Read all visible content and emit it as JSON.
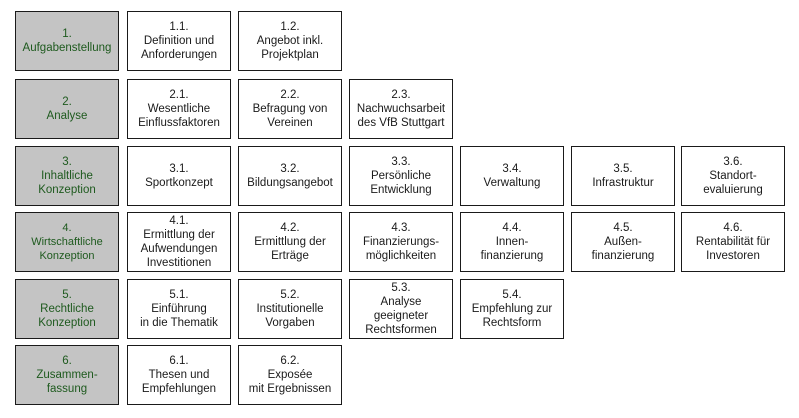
{
  "colors": {
    "phase_fill": "#c4c4c4",
    "phase_text": "#1e5a1e",
    "task_text": "#1a1a1a",
    "border": "#1a1a1a"
  },
  "rows": [
    {
      "phase": "1.\nAufgabenstellung",
      "tasks": [
        "1.1.\nDefinition und\nAnforderungen",
        "1.2.\nAngebot inkl.\nProjektplan"
      ]
    },
    {
      "phase": "2.\nAnalyse",
      "tasks": [
        "2.1.\nWesentliche\nEinflussfaktoren",
        "2.2.\nBefragung von\nVereinen",
        "2.3.\nNachwuchsarbeit\ndes VfB Stuttgart"
      ]
    },
    {
      "phase": "3.\nInhaltliche\nKonzeption",
      "tasks": [
        "3.1.\nSportkonzept",
        "3.2.\nBildungsangebot",
        "3.3.\nPersönliche\nEntwicklung",
        "3.4.\nVerwaltung",
        "3.5.\nInfrastruktur",
        "3.6.\nStandort-\nevaluierung"
      ]
    },
    {
      "phase": "4.\nWirtschaftliche\nKonzeption",
      "tasks": [
        "4.1.\nErmittlung der\nAufwendungen\nInvestitionen",
        "4.2.\nErmittlung der\nErträge",
        "4.3.\nFinanzierungs-\nmöglichkeiten",
        "4.4.\nInnen-\nfinanzierung",
        "4.5.\nAußen-\nfinanzierung",
        "4.6.\nRentabilität für\nInvestoren"
      ]
    },
    {
      "phase": "5.\nRechtliche\nKonzeption",
      "tasks": [
        "5.1.\nEinführung\nin die Thematik",
        "5.2.\nInstitutionelle\nVorgaben",
        "5.3.\nAnalyse\ngeeigneter\nRechtsformen",
        "5.4.\nEmpfehlung zur\nRechtsform"
      ]
    },
    {
      "phase": "6.\nZusammen-\nfassung",
      "tasks": [
        "6.1.\nThesen und\nEmpfehlungen",
        "6.2.\nExposée\nmit Ergebnissen"
      ]
    }
  ]
}
